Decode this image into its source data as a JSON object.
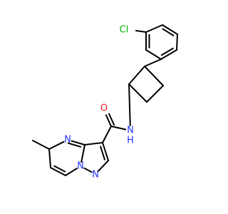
{
  "molecule": {
    "atoms": {
      "cl": "Cl",
      "nh": "N",
      "h": "H",
      "o": "O",
      "n_pyrimidine": "N",
      "n_bridge": "N",
      "n_pyrazole": "N"
    },
    "colors": {
      "bond": "#000000",
      "chlorine": "#00b300",
      "nitrogen": "#2233ff",
      "oxygen": "#ff1a1a"
    }
  }
}
